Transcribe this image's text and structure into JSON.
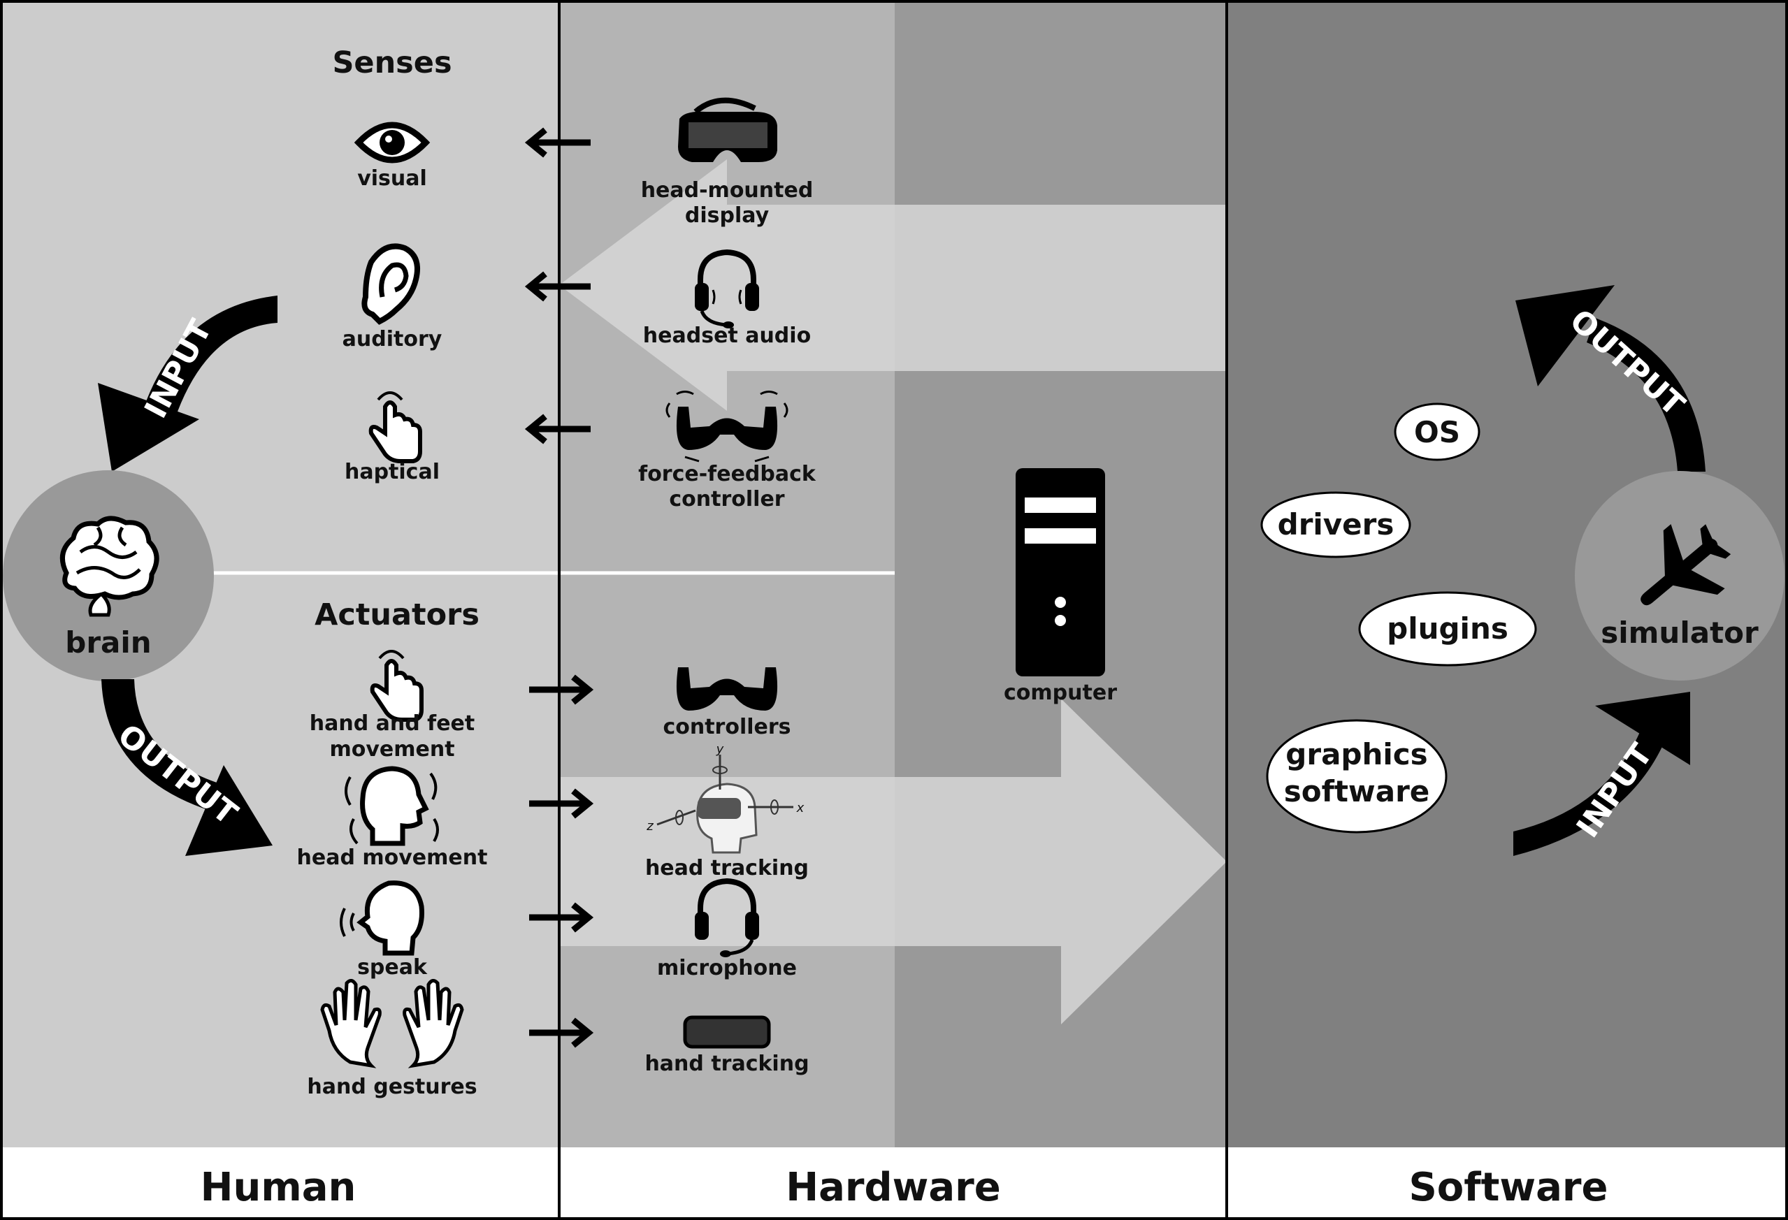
{
  "columns": {
    "human": "Human",
    "hardware": "Hardware",
    "software": "Software"
  },
  "human": {
    "senses_title": "Senses",
    "actuators_title": "Actuators",
    "brain_label": "brain",
    "input_arrow_label": "INPUT",
    "output_arrow_label": "OUTPUT",
    "senses": [
      {
        "label": "visual",
        "icon": "eye-icon"
      },
      {
        "label": "auditory",
        "icon": "ear-icon"
      },
      {
        "label": "haptical",
        "icon": "pointing-hand-icon"
      }
    ],
    "actuators": [
      {
        "label_line1": "hand and feet",
        "label_line2": "movement",
        "icon": "pointing-hand-icon"
      },
      {
        "label": "head movement",
        "icon": "head-movement-icon"
      },
      {
        "label": "speak",
        "icon": "speaking-head-icon"
      },
      {
        "label": "hand gestures",
        "icon": "open-hands-icon"
      }
    ]
  },
  "hardware": {
    "outputs": [
      {
        "label_line1": "head-mounted",
        "label_line2": "display",
        "icon": "vr-headset-icon"
      },
      {
        "label": "headset audio",
        "icon": "headphones-icon"
      },
      {
        "label_line1": "force-feedback",
        "label_line2": "controller",
        "icon": "vibrating-controller-icon"
      }
    ],
    "inputs": [
      {
        "label": "controllers",
        "icon": "controller-icon"
      },
      {
        "label": "head tracking",
        "icon": "head-tracking-icon",
        "axis_x": "x",
        "axis_y": "y",
        "axis_z": "z"
      },
      {
        "label": "microphone",
        "icon": "headset-microphone-icon"
      },
      {
        "label": "hand tracking",
        "icon": "hand-tracker-bar-icon"
      }
    ],
    "computer_label": "computer"
  },
  "software": {
    "components": [
      "OS",
      "drivers",
      "plugins",
      "graphics software"
    ],
    "simulator_label": "simulator",
    "output_arrow_label": "OUTPUT",
    "input_arrow_label": "INPUT"
  },
  "colors": {
    "human_bg": "#cccccc",
    "hardware_left_bg": "#b4b4b4",
    "hardware_right_bg": "#999999",
    "software_bg": "#808080",
    "flow_arrow": "#d9d9d9",
    "black": "#000000"
  }
}
